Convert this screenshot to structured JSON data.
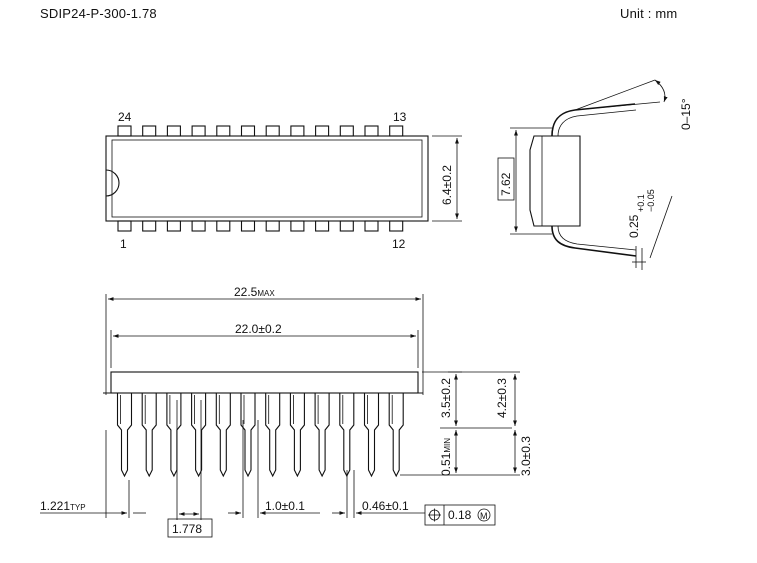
{
  "header": {
    "package_code": "SDIP24-P-300-1.78",
    "unit": "Unit  :  mm"
  },
  "top_view": {
    "pin_24": "24",
    "pin_13": "13",
    "pin_1": "1",
    "pin_12": "12",
    "width_dim": "6.4±0.2"
  },
  "side_view": {
    "row_spacing": "7.62",
    "angle": "0–15°",
    "lead_thickness": "0.25",
    "lead_tol_plus": "+0.1",
    "lead_tol_minus": "−0.05"
  },
  "front_view": {
    "overall_length": "22.5",
    "overall_length_suffix": "MAX",
    "body_length": "22.0±0.2",
    "body_height": "3.5±0.2",
    "total_height": "4.2±0.3",
    "standoff": "0.51",
    "standoff_suffix": "MIN",
    "lead_length": "3.0±0.3",
    "end_offset": "1.221",
    "end_offset_suffix": "TYP",
    "pitch": "1.778",
    "lead_width_shoulder": "1.0±0.1",
    "lead_width": "0.46±0.1",
    "position_tolerance": "0.18",
    "mmc_symbol": "M"
  }
}
